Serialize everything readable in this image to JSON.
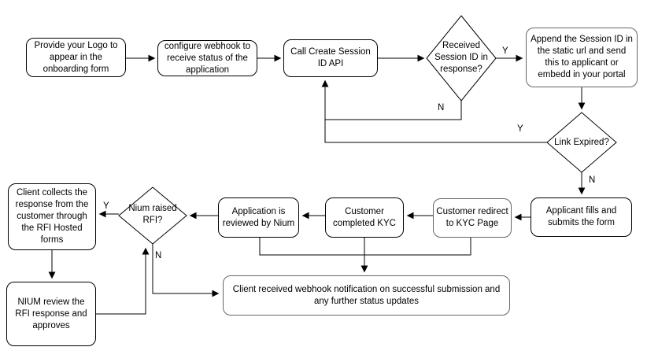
{
  "diagram_type": "flowchart",
  "colors": {
    "background": "#ffffff",
    "node_fill": "#ffffff",
    "node_border": "#000000",
    "muted_node_border": "#666666",
    "connector": "#000000",
    "text": "#000000"
  },
  "nodes": {
    "provide_logo": {
      "type": "process",
      "label": "Provide your Logo to\nappear in the\nonboarding  form"
    },
    "configure_webhook": {
      "type": "process",
      "label": "configure webhook to\nreceive status of the\napplication"
    },
    "call_create_session": {
      "type": "process",
      "label": "Call Create Session\nID API"
    },
    "received_session_id": {
      "type": "decision",
      "label": "Received\nSession ID in\nresponse?"
    },
    "append_session_id": {
      "type": "process",
      "label": "Append the Session ID in\nthe static url and send\nthis to applicant or\nembedd in your portal"
    },
    "link_expired": {
      "type": "decision",
      "label": "Link Expired?"
    },
    "applicant_fills": {
      "type": "process",
      "label": "Applicant fills and\nsubmits the form"
    },
    "customer_redirect": {
      "type": "process",
      "label": "Customer redirect\nto KYC Page"
    },
    "customer_completed_kyc": {
      "type": "process",
      "label": "Customer\ncompleted KYC"
    },
    "application_reviewed": {
      "type": "process",
      "label": "Application is\nreviewed by Nium"
    },
    "nium_raised_rfi": {
      "type": "decision",
      "label": "Nium raised\nRFI?"
    },
    "client_collects": {
      "type": "process",
      "label": "Client collects the\nresponse from the\ncustomer through\nthe RFI Hosted\nforms"
    },
    "nium_review": {
      "type": "process",
      "label": "NIUM review the\nRFI response and\napproves"
    },
    "webhook_notification": {
      "type": "process",
      "label": "Client received webhook notification on successful submission and\nany further status updates"
    }
  },
  "edge_labels": {
    "received_yes": "Y",
    "received_no": "N",
    "link_expired_yes": "Y",
    "link_expired_no": "N",
    "rfi_yes": "Y",
    "rfi_no": "N"
  }
}
